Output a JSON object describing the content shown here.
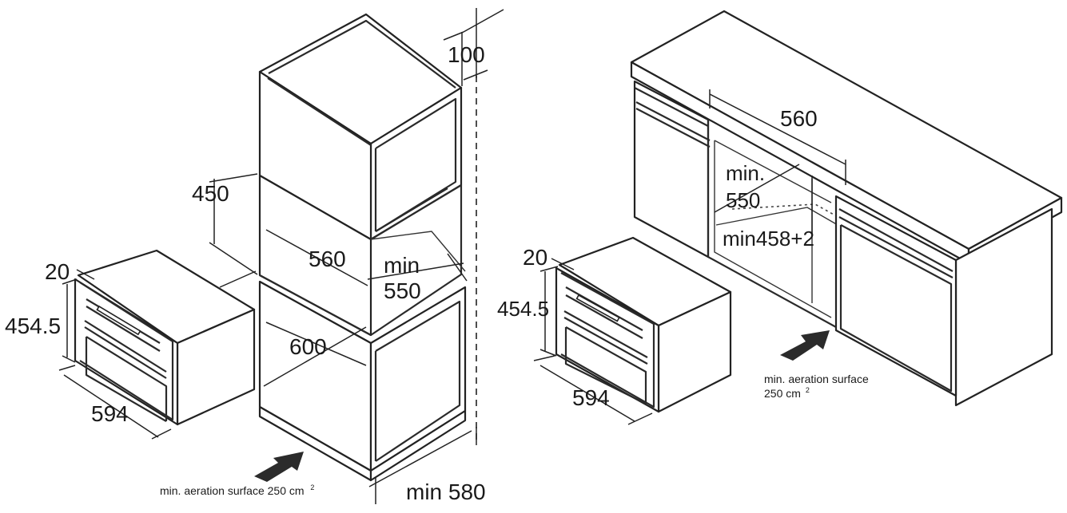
{
  "left_diagram": {
    "dim_top_clearance": "100",
    "dim_opening_height": "450",
    "dim_inner_width": "560",
    "dim_depth_line1": "min",
    "dim_depth_line2": "550",
    "dim_cabinet_width": "600",
    "dim_cabinet_depth": "min 580",
    "appliance_front_thickness": "20",
    "appliance_height": "454.5",
    "appliance_width": "594",
    "aeration_note": "min. aeration surface 250 cm",
    "aeration_unit_sup": "2"
  },
  "right_diagram": {
    "dim_inner_width": "560",
    "dim_depth_line1": "min.",
    "dim_depth_line2": "550",
    "dim_opening_height": "min458+2",
    "appliance_front_thickness": "20",
    "appliance_height": "454.5",
    "appliance_width": "594",
    "aeration_note_line1": "min. aeration surface",
    "aeration_note_line2": "250 cm",
    "aeration_unit_sup": "2"
  }
}
